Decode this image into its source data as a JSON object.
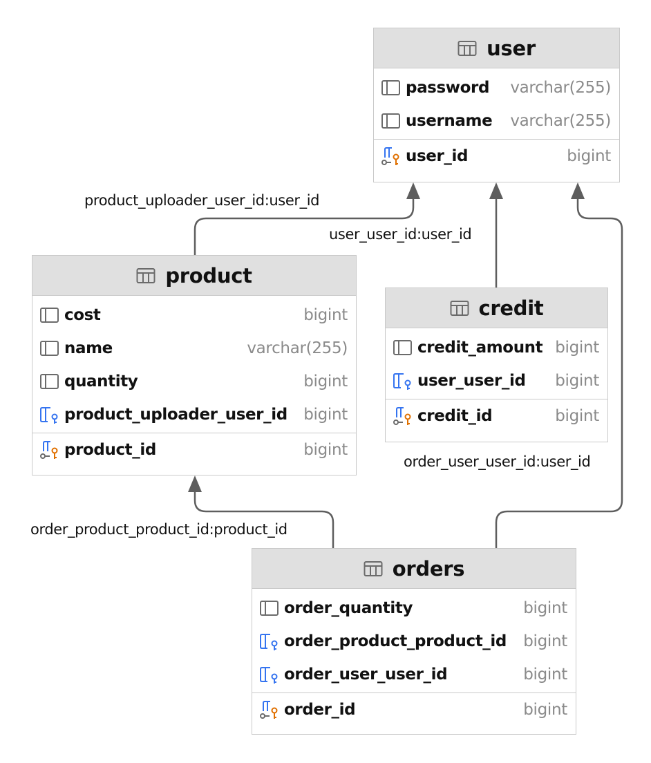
{
  "tables": {
    "user": {
      "name": "user",
      "columns": [
        {
          "name": "password",
          "type": "varchar(255)",
          "kind": "column"
        },
        {
          "name": "username",
          "type": "varchar(255)",
          "kind": "column"
        }
      ],
      "primary": {
        "name": "user_id",
        "type": "bigint",
        "kind": "primary-key"
      }
    },
    "product": {
      "name": "product",
      "columns": [
        {
          "name": "cost",
          "type": "bigint",
          "kind": "column"
        },
        {
          "name": "name",
          "type": "varchar(255)",
          "kind": "column"
        },
        {
          "name": "quantity",
          "type": "bigint",
          "kind": "column"
        },
        {
          "name": "product_uploader_user_id",
          "type": "bigint",
          "kind": "foreign-key"
        }
      ],
      "primary": {
        "name": "product_id",
        "type": "bigint",
        "kind": "primary-key"
      }
    },
    "credit": {
      "name": "credit",
      "columns": [
        {
          "name": "credit_amount",
          "type": "bigint",
          "kind": "column"
        },
        {
          "name": "user_user_id",
          "type": "bigint",
          "kind": "foreign-key"
        }
      ],
      "primary": {
        "name": "credit_id",
        "type": "bigint",
        "kind": "primary-key"
      }
    },
    "orders": {
      "name": "orders",
      "columns": [
        {
          "name": "order_quantity",
          "type": "bigint",
          "kind": "column"
        },
        {
          "name": "order_product_product_id",
          "type": "bigint",
          "kind": "foreign-key"
        },
        {
          "name": "order_user_user_id",
          "type": "bigint",
          "kind": "foreign-key"
        }
      ],
      "primary": {
        "name": "order_id",
        "type": "bigint",
        "kind": "primary-key"
      }
    }
  },
  "relations": {
    "product_user": {
      "label": "product_uploader_user_id:user_id"
    },
    "credit_user": {
      "label": "user_user_id:user_id"
    },
    "orders_user": {
      "label": "order_user_user_id:user_id"
    },
    "orders_product": {
      "label": "order_product_product_id:product_id"
    }
  },
  "colors": {
    "header_bg": "#e0e0e0",
    "border": "#c9c9c9",
    "column_icon": "#6b6b6b",
    "fk_icon": "#3574f0",
    "pk_icon": "#e07000",
    "type_text": "#8a8a8a",
    "connector": "#5e5e5e"
  },
  "icons": {
    "table": "table-icon",
    "column": "column-icon",
    "foreign-key": "foreign-key-icon",
    "primary-key": "primary-key-icon"
  }
}
